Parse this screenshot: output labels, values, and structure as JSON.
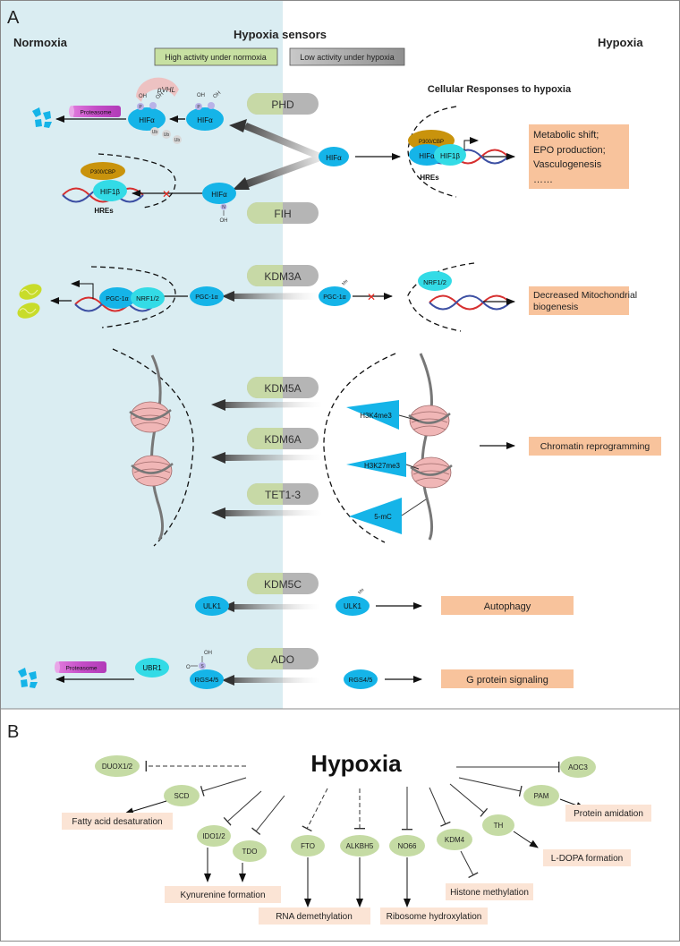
{
  "panelA": {
    "label": "A",
    "normoxia": "Normoxia",
    "hypoxia": "Hypoxia",
    "sensors_title": "Hypoxia sensors",
    "legend_high": "High activity under normoxia",
    "legend_low": "Low activity under hypoxia",
    "responses_title": "Cellular Responses to hypoxia",
    "sensors": [
      "PHD",
      "FIH",
      "KDM3A",
      "KDM5A",
      "KDM6A",
      "TET1-3",
      "KDM5C",
      "ADO"
    ],
    "hif": {
      "hif_alpha": "HIFα",
      "hif_beta": "HIF1β",
      "proteasome": "Proteasome",
      "pvhl": "pVHL",
      "p300": "P300/CBP",
      "hres": "HREs",
      "ub": "Ub",
      "oh": "OH",
      "p": "P",
      "n": "N"
    },
    "pgc": {
      "pgc1a": "PGC-1α",
      "nrf": "NRF1/2",
      "me": "Me"
    },
    "chromatin": {
      "h3k4": "H3K4me3",
      "h3k27": "H3K27me3",
      "mc": "5-mC"
    },
    "ulk": "ULK1",
    "rgs": {
      "rgs": "RGS4/5",
      "ubr1": "UBR1",
      "s": "S",
      "o": "O",
      "oh": "OH"
    },
    "responses": {
      "hif_lines": [
        "Metabolic shift;",
        "EPO production;",
        "Vasculogenesis",
        "……"
      ],
      "mito": [
        "Decreased Mitochondrial",
        "biogenesis"
      ],
      "chromatin": "Chromatin reprogramming",
      "autophagy": "Autophagy",
      "gprotein": "G protein signaling"
    },
    "colors": {
      "normoxia_bg": "#daedf2",
      "protein": "#15b4e8",
      "protein_light": "#33dbe6",
      "sensor_green": "#c7d9a6",
      "sensor_grey": "#b5b5b5",
      "response_orange": "#f8c39c",
      "p300": "#c9930c",
      "pvhl": "#edc2c2",
      "nucleosome": "#f0b6b6"
    }
  },
  "panelB": {
    "label": "B",
    "center": "Hypoxia",
    "enzymes": {
      "duox": "DUOX1/2",
      "scd": "SCD",
      "ido": "IDO1/2",
      "tdo": "TDO",
      "fto": "FTO",
      "alkbh5": "ALKBH5",
      "no66": "NO66",
      "kdm4": "KDM4",
      "th": "TH",
      "pam": "PAM",
      "aoc3": "AOC3"
    },
    "outcomes": {
      "fatty": "Fatty acid desaturation",
      "kyn": "Kynurenine formation",
      "rna": "RNA demethylation",
      "ribo": "Ribosome hydroxylation",
      "histone": "Histone methylation",
      "ldopa": "L-DOPA formation",
      "amid": "Protein amidation"
    },
    "colors": {
      "enzyme": "#c5dba4",
      "outcome": "#fbe4d5"
    }
  }
}
